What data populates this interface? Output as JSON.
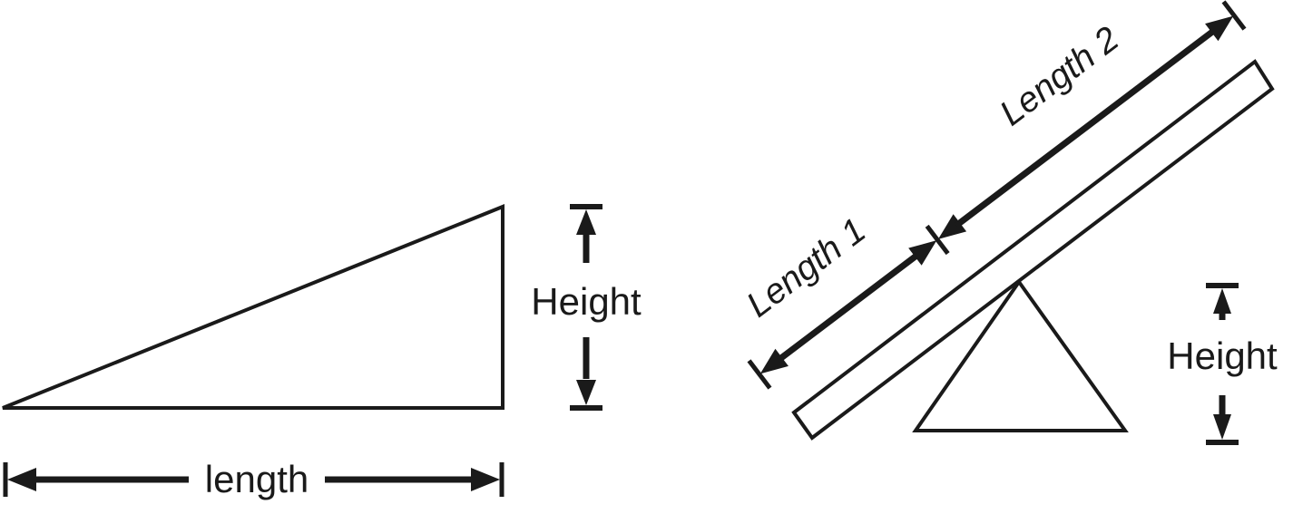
{
  "diagram": {
    "background_color": "#ffffff",
    "line_color": "#1a1a1a",
    "ramp": {
      "height_label": "Height",
      "length_label": "length"
    },
    "lever": {
      "length1_label": "Length 1",
      "length2_label": "Length 2",
      "height_label": "Height"
    }
  }
}
